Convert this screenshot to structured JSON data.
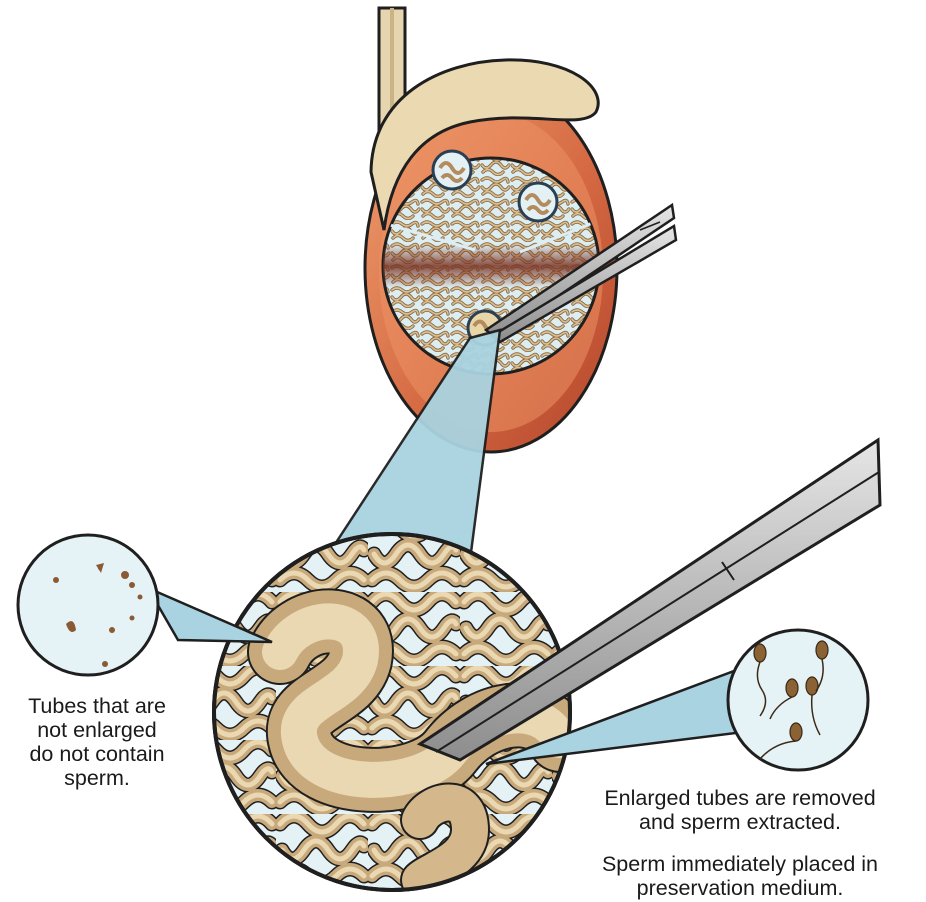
{
  "labels": {
    "left": [
      "Tubes that are",
      "not enlarged",
      "do not contain",
      "sperm."
    ],
    "right_1": [
      "Enlarged tubes are removed",
      "and sperm extracted."
    ],
    "right_2": [
      "Sperm immediately placed in",
      "preservation medium."
    ]
  },
  "colors": {
    "background": "#ffffff",
    "outline": "#1f1f1f",
    "capsule_red": "#c24b2e",
    "capsule_orange": "#e7855a",
    "epididymis": "#e9d9b2",
    "tubule_tan": "#c7a77a",
    "tubule_light": "#e7d4ad",
    "tissue_blue": "#d6ecf1",
    "callout_blue": "#a9d3e0",
    "blood_band": "#7a3424",
    "instrument_gray": "#b9b9b9"
  },
  "icons": [
    "testis-cross-section",
    "forceps",
    "magnified-tubules",
    "sperm-cells",
    "small-tubule-detail"
  ]
}
